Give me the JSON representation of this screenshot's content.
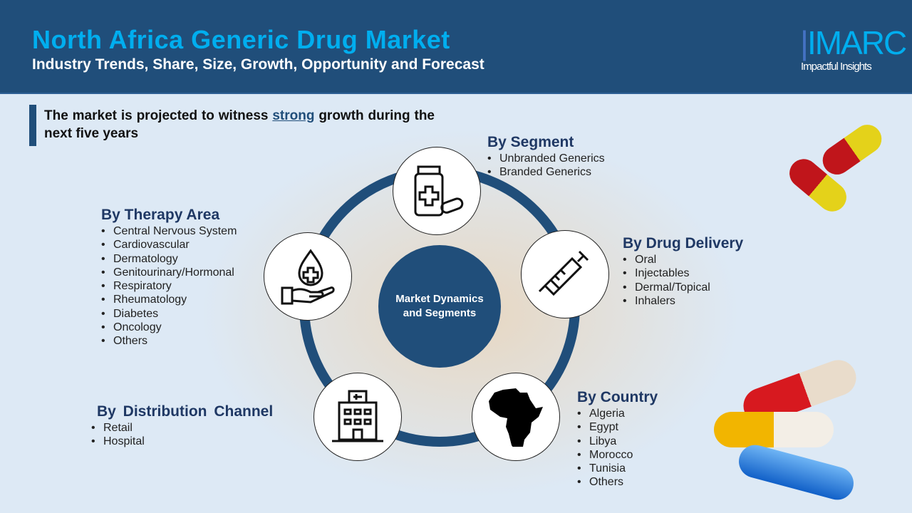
{
  "header": {
    "title": "North Africa Generic Drug Market",
    "subtitle": "Industry Trends, Share, Size, Growth, Opportunity and Forecast",
    "logo": "IMARC",
    "tagline": "Impactful Insights"
  },
  "lead": {
    "pre": "The market is projected to witness ",
    "highlight": "strong",
    "post": " growth during the next five years"
  },
  "center": {
    "line1": "Market Dynamics",
    "line2": "and Segments"
  },
  "segments": [
    {
      "title": "By Segment",
      "items": [
        "Unbranded Generics",
        "Branded Generics"
      ]
    },
    {
      "title": "By Drug Delivery",
      "items": [
        "Oral",
        "Injectables",
        "Dermal/Topical",
        "Inhalers"
      ]
    },
    {
      "title": "By Therapy Area",
      "items": [
        "Central Nervous System",
        "Cardiovascular",
        "Dermatology",
        "Genitourinary/Hormonal",
        "Respiratory",
        "Rheumatology",
        "Diabetes",
        "Oncology",
        "Others"
      ]
    },
    {
      "title": "By Distribution Channel",
      "items": [
        "Retail",
        "Hospital"
      ]
    },
    {
      "title": "By Country",
      "items": [
        "Algeria",
        "Egypt",
        "Libya",
        "Morocco",
        "Tunisia",
        "Others"
      ]
    }
  ],
  "colors": {
    "navy": "#204e7a",
    "accent": "#00aeef",
    "heading": "#1f3864"
  }
}
